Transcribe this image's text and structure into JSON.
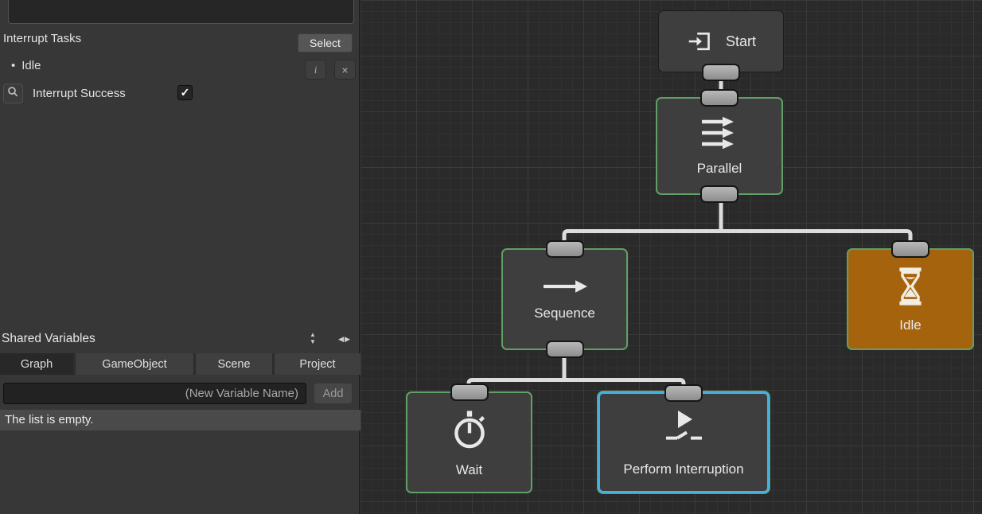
{
  "colors": {
    "node_green": "#61a065",
    "selection_cyan": "#46b1de",
    "idle_orange": "#a5630e",
    "connection": "#dcdcdc",
    "panel_bg": "#373737",
    "graph_bg": "#2a2a2a",
    "node_bg": "#3e3e3e",
    "port_gray": "#a6a6a6"
  },
  "inspector": {
    "description_value": "",
    "interrupt_tasks_label": "Interrupt Tasks",
    "select_button": "Select",
    "bullet": "•",
    "tasks": [
      {
        "label": "Idle"
      }
    ],
    "info_button": "i",
    "remove_button": "×",
    "field": {
      "label": "Interrupt Success",
      "checked": true,
      "check_glyph": "✓"
    }
  },
  "shared_variables": {
    "title": "Shared Variables",
    "icons": {
      "sort_up": "▲",
      "sort_down": "▼",
      "collapse_left": "◀",
      "collapse_right": "▶"
    },
    "tabs": [
      {
        "label": "Graph",
        "active": true
      },
      {
        "label": "GameObject",
        "active": false
      },
      {
        "label": "Scene",
        "active": false
      },
      {
        "label": "Project",
        "active": false
      }
    ],
    "placeholder": "(New Variable Name)",
    "add_button": "Add",
    "empty_text": "The list is empty."
  },
  "graph": {
    "nodes": [
      {
        "label": "Start",
        "icon": "enter-icon",
        "type": "entry"
      },
      {
        "label": "Parallel",
        "icon": "parallel-arrows-icon",
        "type": "composite"
      },
      {
        "label": "Sequence",
        "icon": "arrow-right-icon",
        "type": "composite"
      },
      {
        "label": "Idle",
        "icon": "hourglass-icon",
        "type": "action",
        "state": "running"
      },
      {
        "label": "Wait",
        "icon": "stopwatch-icon",
        "type": "action"
      },
      {
        "label": "Perform Interruption",
        "icon": "play-interrupt-icon",
        "type": "action",
        "selected": true
      }
    ],
    "edges": [
      {
        "from": "Start",
        "to": "Parallel"
      },
      {
        "from": "Parallel",
        "to": "Sequence"
      },
      {
        "from": "Parallel",
        "to": "Idle"
      },
      {
        "from": "Sequence",
        "to": "Wait"
      },
      {
        "from": "Sequence",
        "to": "Perform Interruption"
      }
    ]
  }
}
